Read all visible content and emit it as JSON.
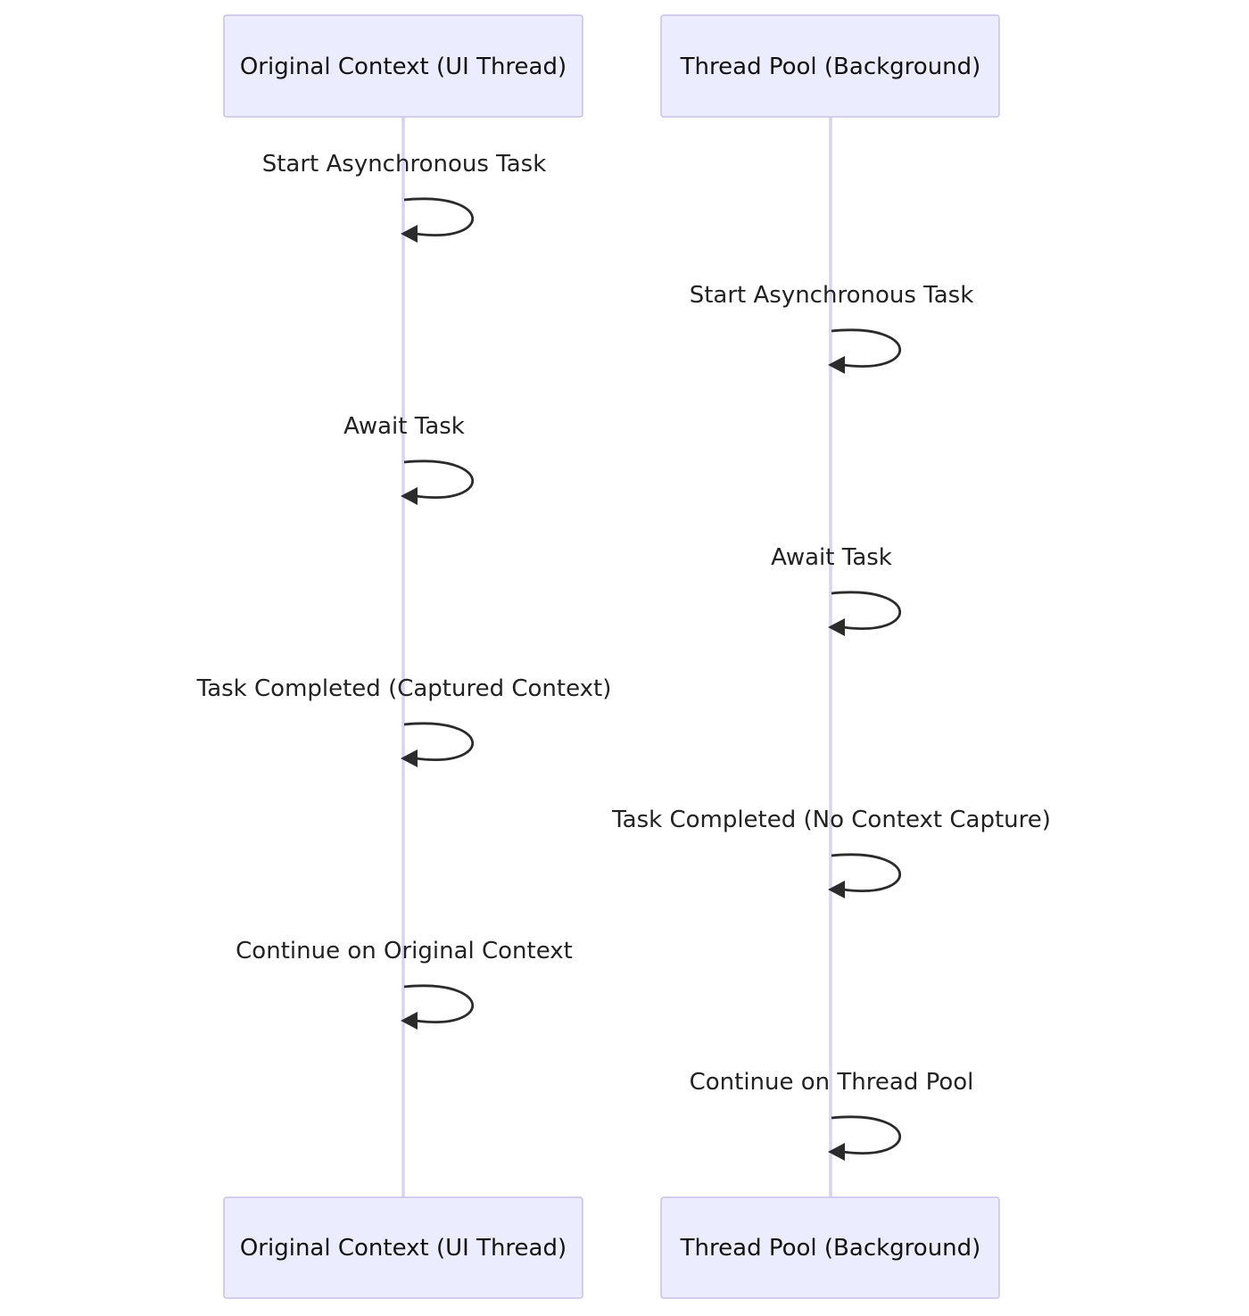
{
  "participants": [
    {
      "id": "ui",
      "label": "Original Context (UI Thread)"
    },
    {
      "id": "pool",
      "label": "Thread Pool (Background)"
    }
  ],
  "messages": [
    {
      "participant": "ui",
      "label": "Start Asynchronous Task"
    },
    {
      "participant": "pool",
      "label": "Start Asynchronous Task"
    },
    {
      "participant": "ui",
      "label": "Await Task"
    },
    {
      "participant": "pool",
      "label": "Await Task"
    },
    {
      "participant": "ui",
      "label": "Task Completed (Captured Context)"
    },
    {
      "participant": "pool",
      "label": "Task Completed (No Context Capture)"
    },
    {
      "participant": "ui",
      "label": "Continue on Original Context"
    },
    {
      "participant": "pool",
      "label": "Continue on Thread Pool"
    }
  ],
  "colors": {
    "actor_fill": "#ececff",
    "actor_stroke": "#c8c2ea",
    "lifeline": "#d9d2f0",
    "arrow": "#2b2b2b",
    "text": "#222222"
  }
}
